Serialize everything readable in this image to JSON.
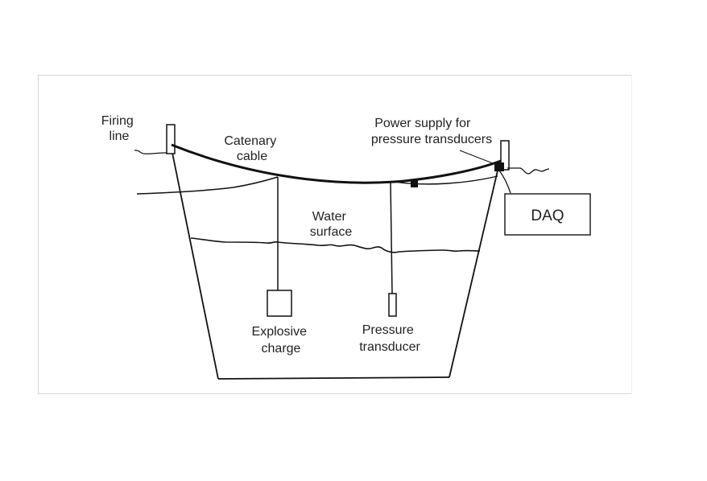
{
  "diagram": {
    "title": "Underwater explosion test setup",
    "labels": {
      "firing_line": [
        "Firing",
        "line"
      ],
      "catenary_cable": [
        "Catenary",
        "cable"
      ],
      "power_supply": [
        "Power supply for",
        "pressure transducers"
      ],
      "water_surface": [
        "Water",
        "surface"
      ],
      "explosive_charge": [
        "Explosive",
        "charge"
      ],
      "pressure_transducer": [
        "Pressure",
        "transducer"
      ],
      "daq": "DAQ"
    },
    "colors": {
      "ink": "#111111",
      "text": "#222222",
      "frame": "#d4d4d4",
      "background": "#ffffff"
    }
  }
}
